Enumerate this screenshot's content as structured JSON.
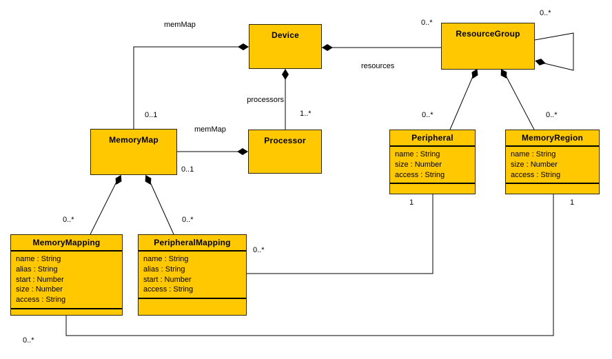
{
  "diagram": {
    "type": "uml-class-diagram",
    "background_color": "#FFFFFF",
    "class_fill_color": "#FFC800",
    "class_border_color": "#2B2400",
    "line_color": "#000000"
  },
  "classes": {
    "device": {
      "name": "Device"
    },
    "resource_group": {
      "name": "ResourceGroup"
    },
    "memory_map": {
      "name": "MemoryMap"
    },
    "processor": {
      "name": "Processor"
    },
    "peripheral": {
      "name": "Peripheral",
      "attributes": [
        "name : String",
        "size : Number",
        "access : String"
      ]
    },
    "memory_region": {
      "name": "MemoryRegion",
      "attributes": [
        "name : String",
        "size : Number",
        "access : String"
      ]
    },
    "memory_mapping": {
      "name": "MemoryMapping",
      "attributes": [
        "name : String",
        "alias : String",
        "start : Number",
        "size : Number",
        "access : String"
      ]
    },
    "peripheral_mapping": {
      "name": "PeripheralMapping",
      "attributes": [
        "name : String",
        "alias : String",
        "start : Number",
        "access : String"
      ]
    }
  },
  "edge_labels": {
    "device_memorymap_role": "memMap",
    "device_memorymap_mult": "0..1",
    "device_resourcegroup_role": "resources",
    "device_resourcegroup_mult": "0..*",
    "resourcegroup_self_mult": "0..*",
    "device_processor_role": "processors",
    "device_processor_mult": "1..*",
    "memorymap_processor_role": "memMap",
    "memorymap_processor_mult": "0..1",
    "resourcegroup_peripheral_mult": "0..*",
    "resourcegroup_memoryregion_mult": "0..*",
    "memorymap_memorymapping_mult": "0..*",
    "memorymap_peripheralmapping_mult": "0..*",
    "peripheral_assoc_mult": "1",
    "peripheralmapping_assoc_mult": "0..*",
    "memoryregion_assoc_mult": "1",
    "memorymapping_assoc_mult": "0..*"
  }
}
